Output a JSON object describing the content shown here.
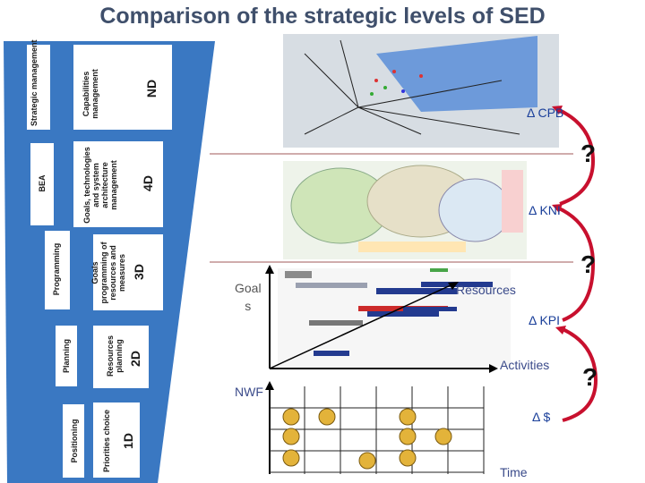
{
  "title": "Comparison of the strategic levels of SED",
  "pyramid": {
    "levels": [
      {
        "left": "Strategic management",
        "middle": "Capabilities management",
        "right": "ND"
      },
      {
        "left": "BEA",
        "middle": "Goals, technologies and system architecture management",
        "right": "4D"
      },
      {
        "left": "Programming",
        "middle": "Goals programming of resources and measures",
        "right": "3D"
      },
      {
        "left": "Planning",
        "middle": "Resources planning",
        "right": "2D"
      },
      {
        "left": "Positioning",
        "middle": "Priorities choice",
        "right": "1D"
      }
    ]
  },
  "labels": {
    "delta_cpb": "Δ CPB",
    "delta_kni": "Δ KNI",
    "delta_kpi": "Δ KPI",
    "delta_money": "Δ $",
    "goals": "Goal\ns",
    "resources": "Resources",
    "activities": "Activities",
    "nwf": "NWF",
    "time": "Time",
    "question": "?"
  },
  "colors": {
    "pyramid_blue": "#3a78c2",
    "box_fill": "#ffffff",
    "arc_red": "#c8102e",
    "title": "#3f4f6b"
  }
}
